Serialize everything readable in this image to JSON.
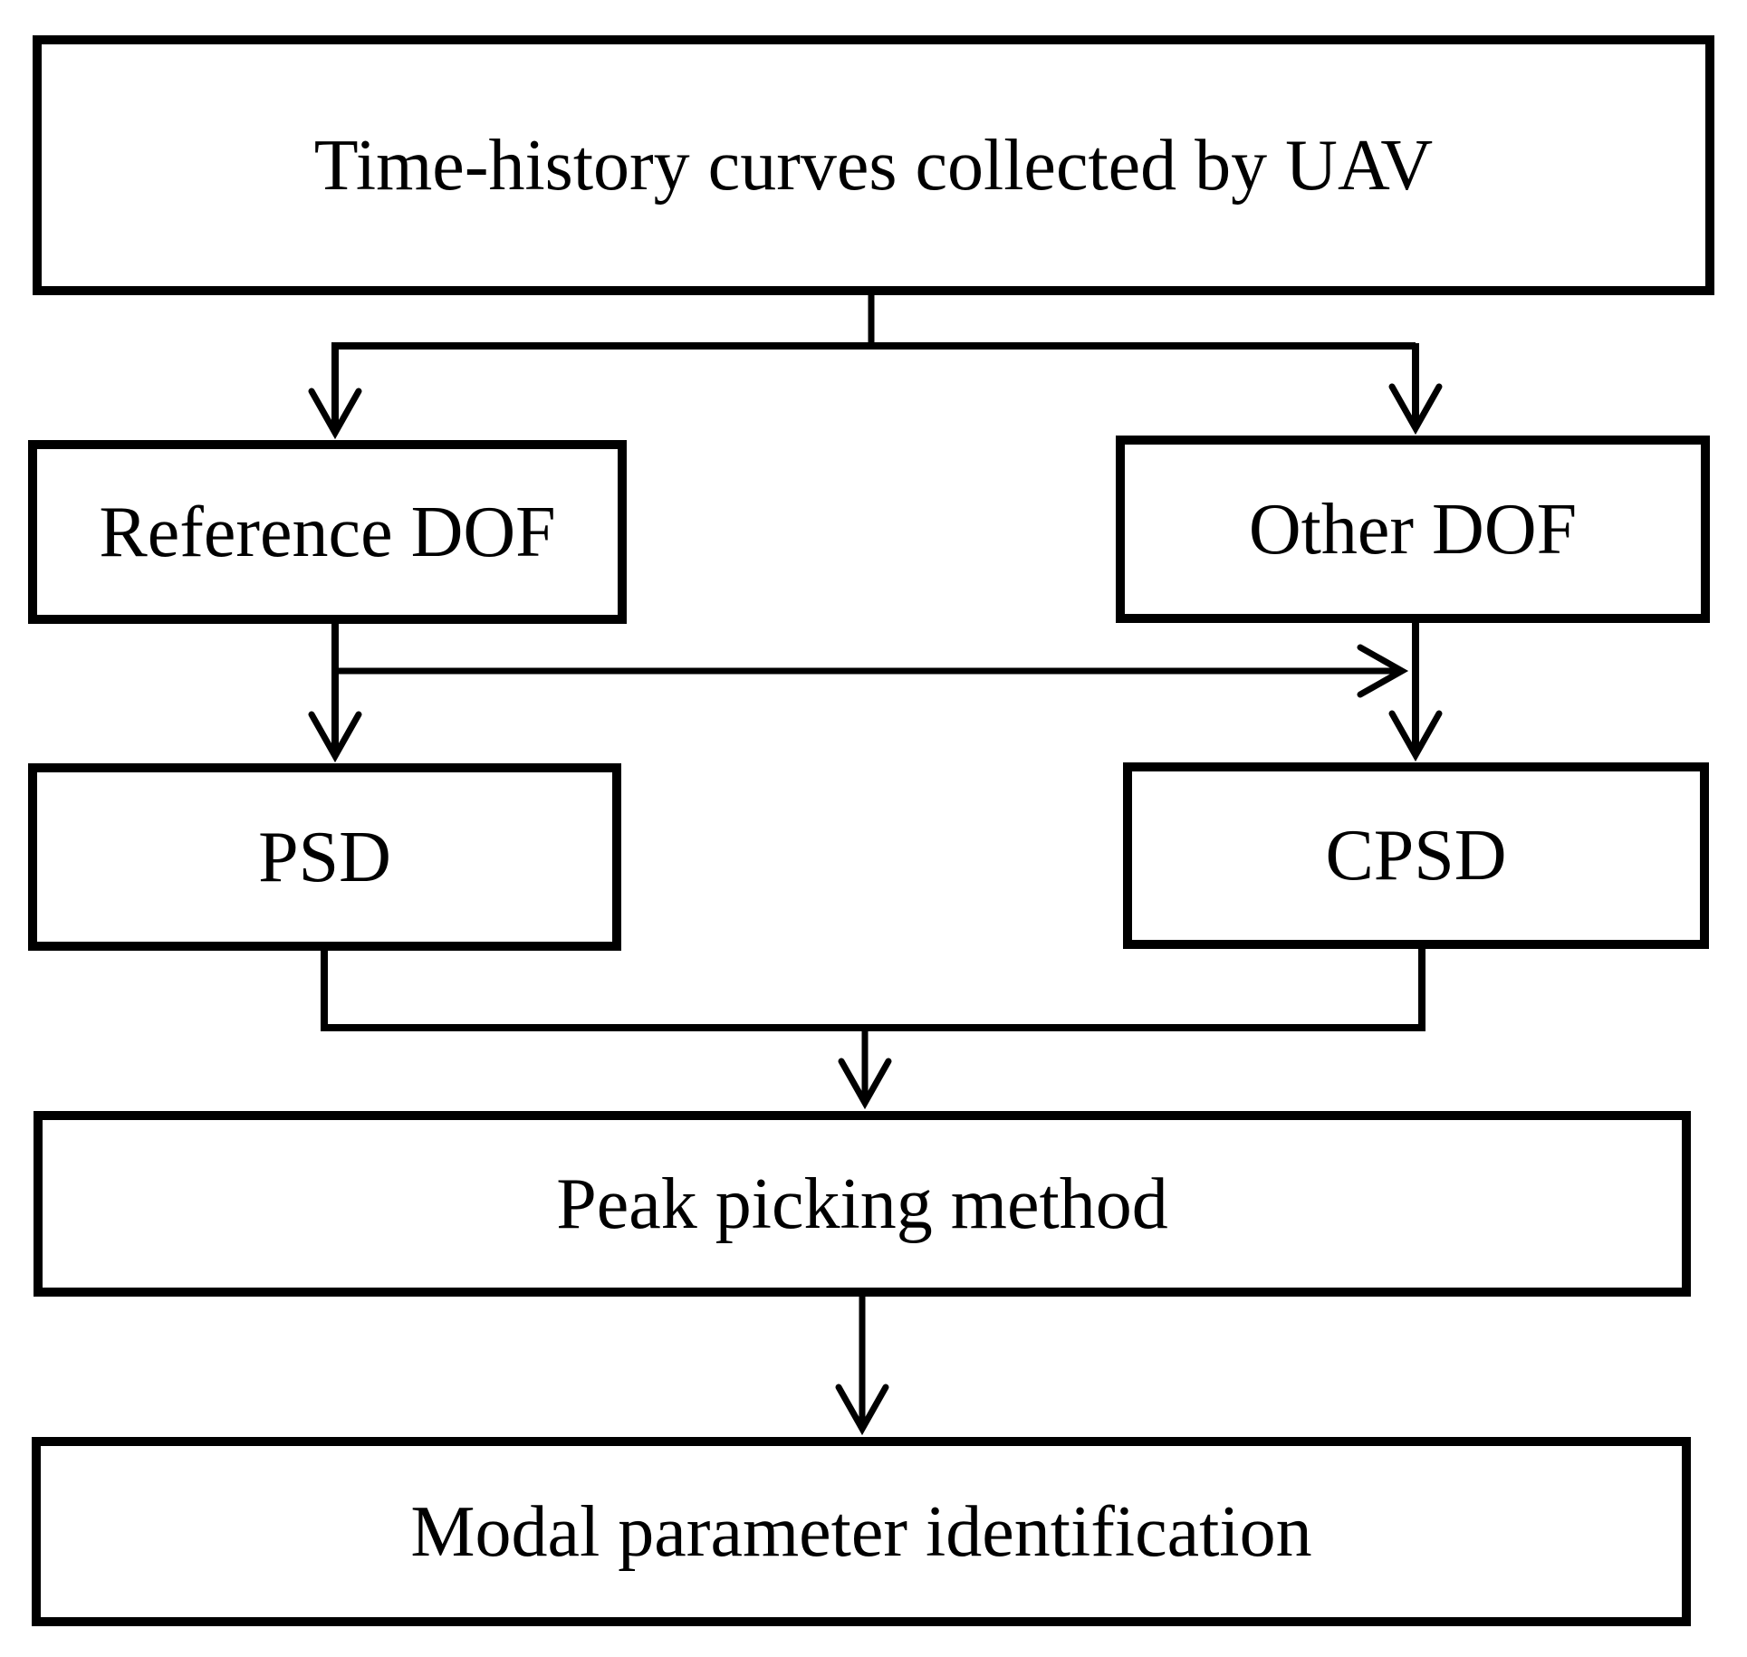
{
  "flowchart": {
    "nodes": {
      "time_history": {
        "label": "Time-history curves collected by UAV"
      },
      "reference_dof": {
        "label": "Reference DOF"
      },
      "other_dof": {
        "label": "Other DOF"
      },
      "psd": {
        "label": "PSD"
      },
      "cpsd": {
        "label": "CPSD"
      },
      "peak_picking": {
        "label": "Peak picking method"
      },
      "modal_id": {
        "label": "Modal parameter identification"
      }
    },
    "edges": [
      {
        "from": "time_history",
        "to": "reference_dof"
      },
      {
        "from": "time_history",
        "to": "other_dof"
      },
      {
        "from": "reference_dof",
        "to": "psd"
      },
      {
        "from": "reference_dof",
        "to": "cpsd"
      },
      {
        "from": "other_dof",
        "to": "cpsd"
      },
      {
        "from": "psd",
        "to": "peak_picking"
      },
      {
        "from": "cpsd",
        "to": "peak_picking"
      },
      {
        "from": "peak_picking",
        "to": "modal_id"
      }
    ],
    "colors": {
      "stroke": "#000000",
      "box_fill": "#ffffff",
      "background": "#ffffff"
    }
  }
}
